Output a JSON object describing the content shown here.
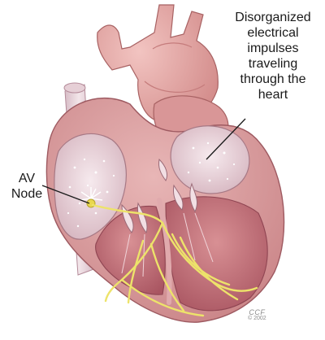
{
  "labels": {
    "impulses": "Disorganized\nelectrical\nimpulses\ntraveling\nthrough the\nheart",
    "av_node": "AV\nNode"
  },
  "credit": {
    "mark": "CCF",
    "year": "© 2002"
  },
  "colors": {
    "heart_wall": "#d99c9e",
    "aorta": "#e2a3a2",
    "atrium_inner": "#e8d5dc",
    "ventricle_inner": "#c27379",
    "vena_cava": "#ead6dc",
    "conduction": "#ede36a",
    "leader_line": "#1a1a1a"
  },
  "icons": [
    "impulse-sparkle-icon",
    "av-node-starburst-icon"
  ]
}
